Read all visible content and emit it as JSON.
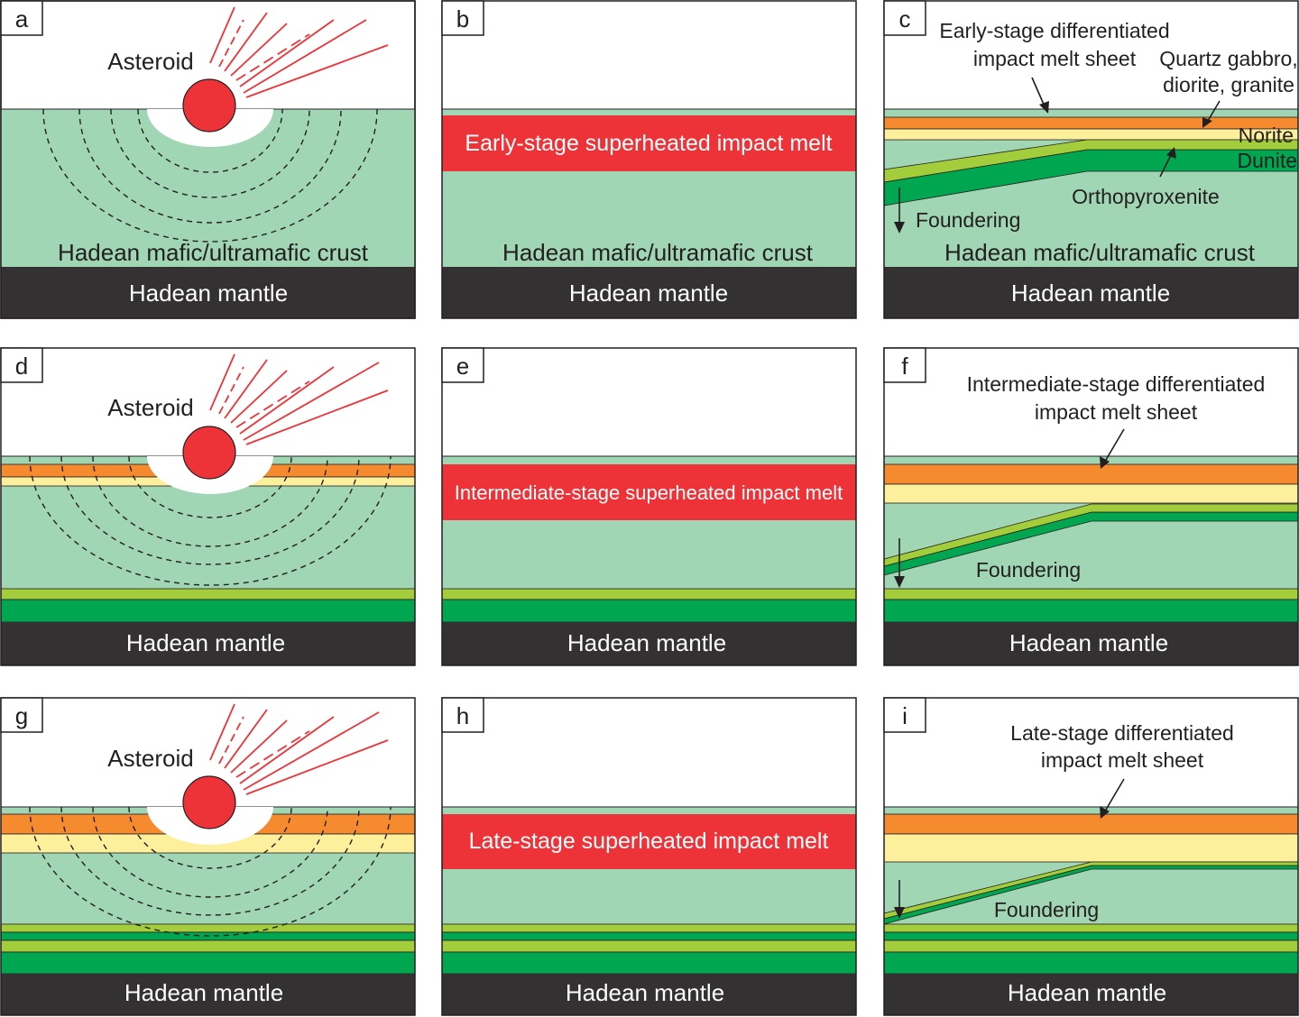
{
  "colors": {
    "crust": "#a0d6b4",
    "mantle": "#333132",
    "melt": "#ed3338",
    "orange": "#f58a2e",
    "yellow": "#fdf09c",
    "lightGreen": "#a3cd3a",
    "darkGreen": "#00a650",
    "outline": "#231f20",
    "streak": "#ed3338"
  },
  "panels": {
    "a": {
      "letter": "a",
      "asteroid": "Asteroid",
      "crust": "Hadean mafic/ultramafic crust",
      "mantle": "Hadean mantle"
    },
    "b": {
      "letter": "b",
      "melt": "Early-stage superheated impact melt",
      "crust": "Hadean mafic/ultramafic crust",
      "mantle": "Hadean mantle"
    },
    "c": {
      "letter": "c",
      "sheet_line1": "Early-stage differentiated",
      "sheet_line2": "impact melt sheet",
      "qg_line1": "Quartz gabbro,",
      "qg_line2": "diorite, granite",
      "norite": "Norite",
      "dunite": "Dunite",
      "orthopyroxenite": "Orthopyroxenite",
      "foundering": "Foundering",
      "crust": "Hadean mafic/ultramafic crust",
      "mantle": "Hadean mantle"
    },
    "d": {
      "letter": "d",
      "asteroid": "Asteroid",
      "mantle": "Hadean mantle"
    },
    "e": {
      "letter": "e",
      "melt": "Intermediate-stage superheated impact melt",
      "mantle": "Hadean mantle"
    },
    "f": {
      "letter": "f",
      "sheet_line1": "Intermediate-stage differentiated",
      "sheet_line2": "impact melt sheet",
      "foundering": "Foundering",
      "mantle": "Hadean mantle"
    },
    "g": {
      "letter": "g",
      "asteroid": "Asteroid",
      "mantle": "Hadean mantle"
    },
    "h": {
      "letter": "h",
      "melt": "Late-stage superheated impact melt",
      "mantle": "Hadean mantle"
    },
    "i": {
      "letter": "i",
      "sheet_line1": "Late-stage differentiated",
      "sheet_line2": "impact melt sheet",
      "foundering": "Foundering",
      "mantle": "Hadean mantle"
    }
  }
}
